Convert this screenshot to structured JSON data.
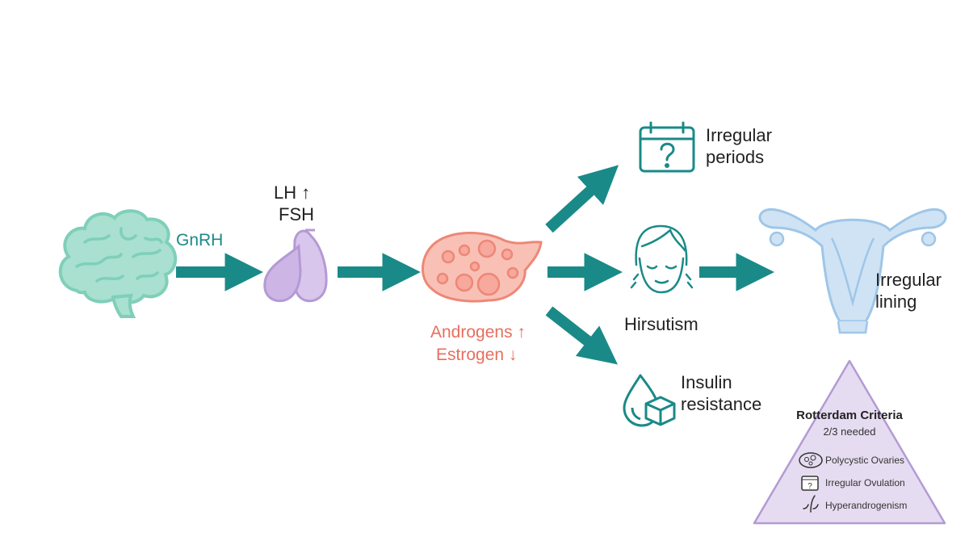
{
  "signals": {
    "gnrh": "GnRH",
    "lh": "LH ↑",
    "fsh": "FSH"
  },
  "hormones": {
    "androgens": "Androgens ↑",
    "estrogen": "Estrogen ↓"
  },
  "outcomes": {
    "periods_line1": "Irregular",
    "periods_line2": "periods",
    "hirsutism": "Hirsutism",
    "insulin_line1": "Insulin",
    "insulin_line2": "resistance",
    "lining_line1": "Irregular",
    "lining_line2": "lining"
  },
  "rotterdam": {
    "title": "Rotterdam Criteria",
    "subtitle": "2/3 needed",
    "items": [
      "Polycystic Ovaries",
      "Irregular Ovulation",
      "Hyperandrogenism"
    ]
  },
  "colors": {
    "arrow": "#1a8a88",
    "brain": "#7fcfb9",
    "pituitary": "#c9b3e0",
    "ovary": "#f3a79a",
    "uterus": "#bcd8ef",
    "triangle": "#e6dcf1",
    "androgen_text": "#e86e5e"
  }
}
